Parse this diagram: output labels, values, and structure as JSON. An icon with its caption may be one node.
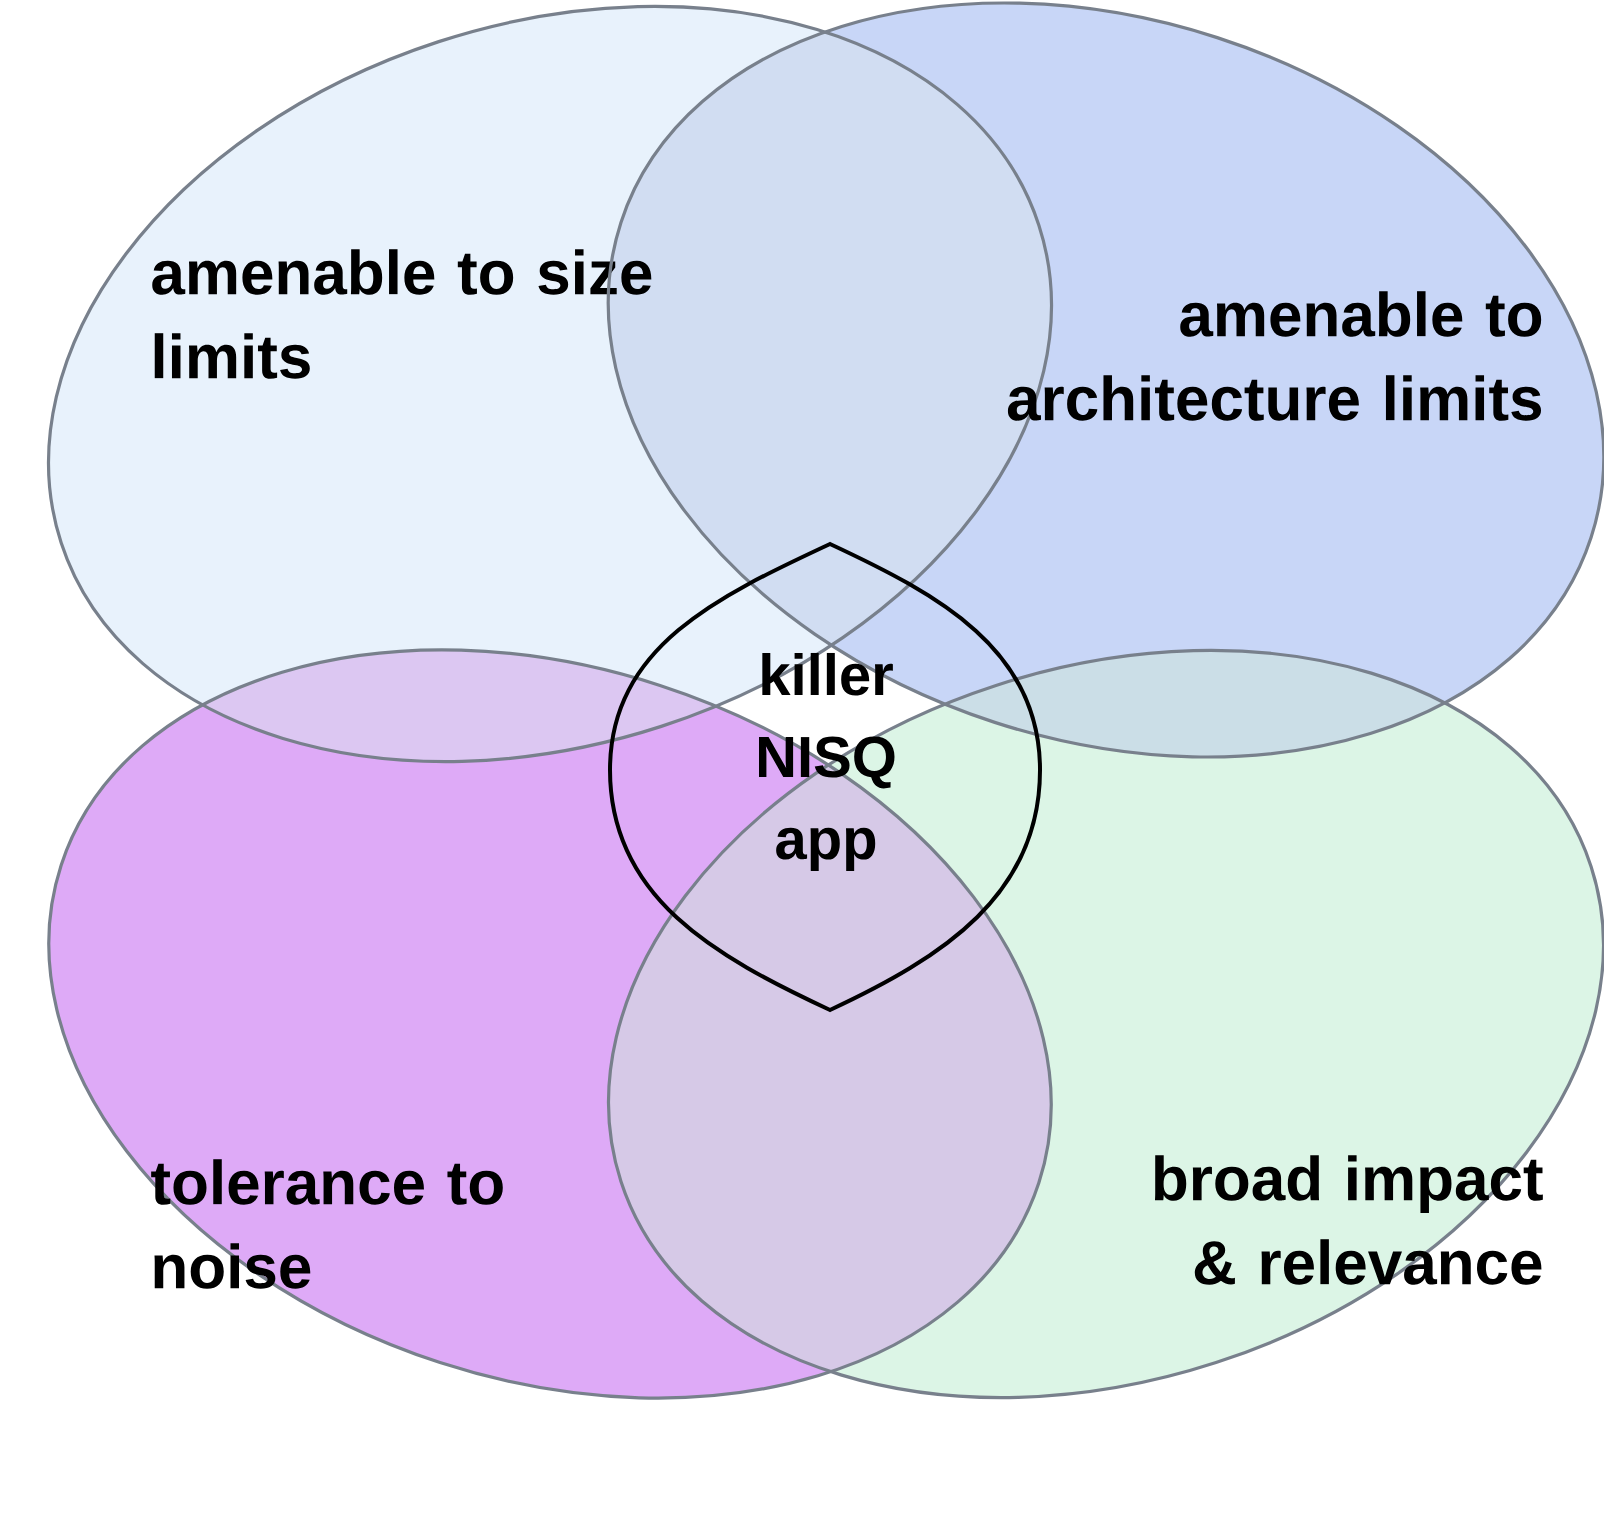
{
  "diagram": {
    "nodes": [
      {
        "text": [
          "amenable to size limits"
        ]
      },
      {
        "text": [
          "amenable to architecture limits"
        ]
      },
      {
        "text": [
          "tolerance to noise"
        ]
      },
      {
        "text": [
          "broad impact & relevance"
        ]
      },
      {
        "text": [
          "killer NISQ app"
        ]
      }
    ]
  }
}
